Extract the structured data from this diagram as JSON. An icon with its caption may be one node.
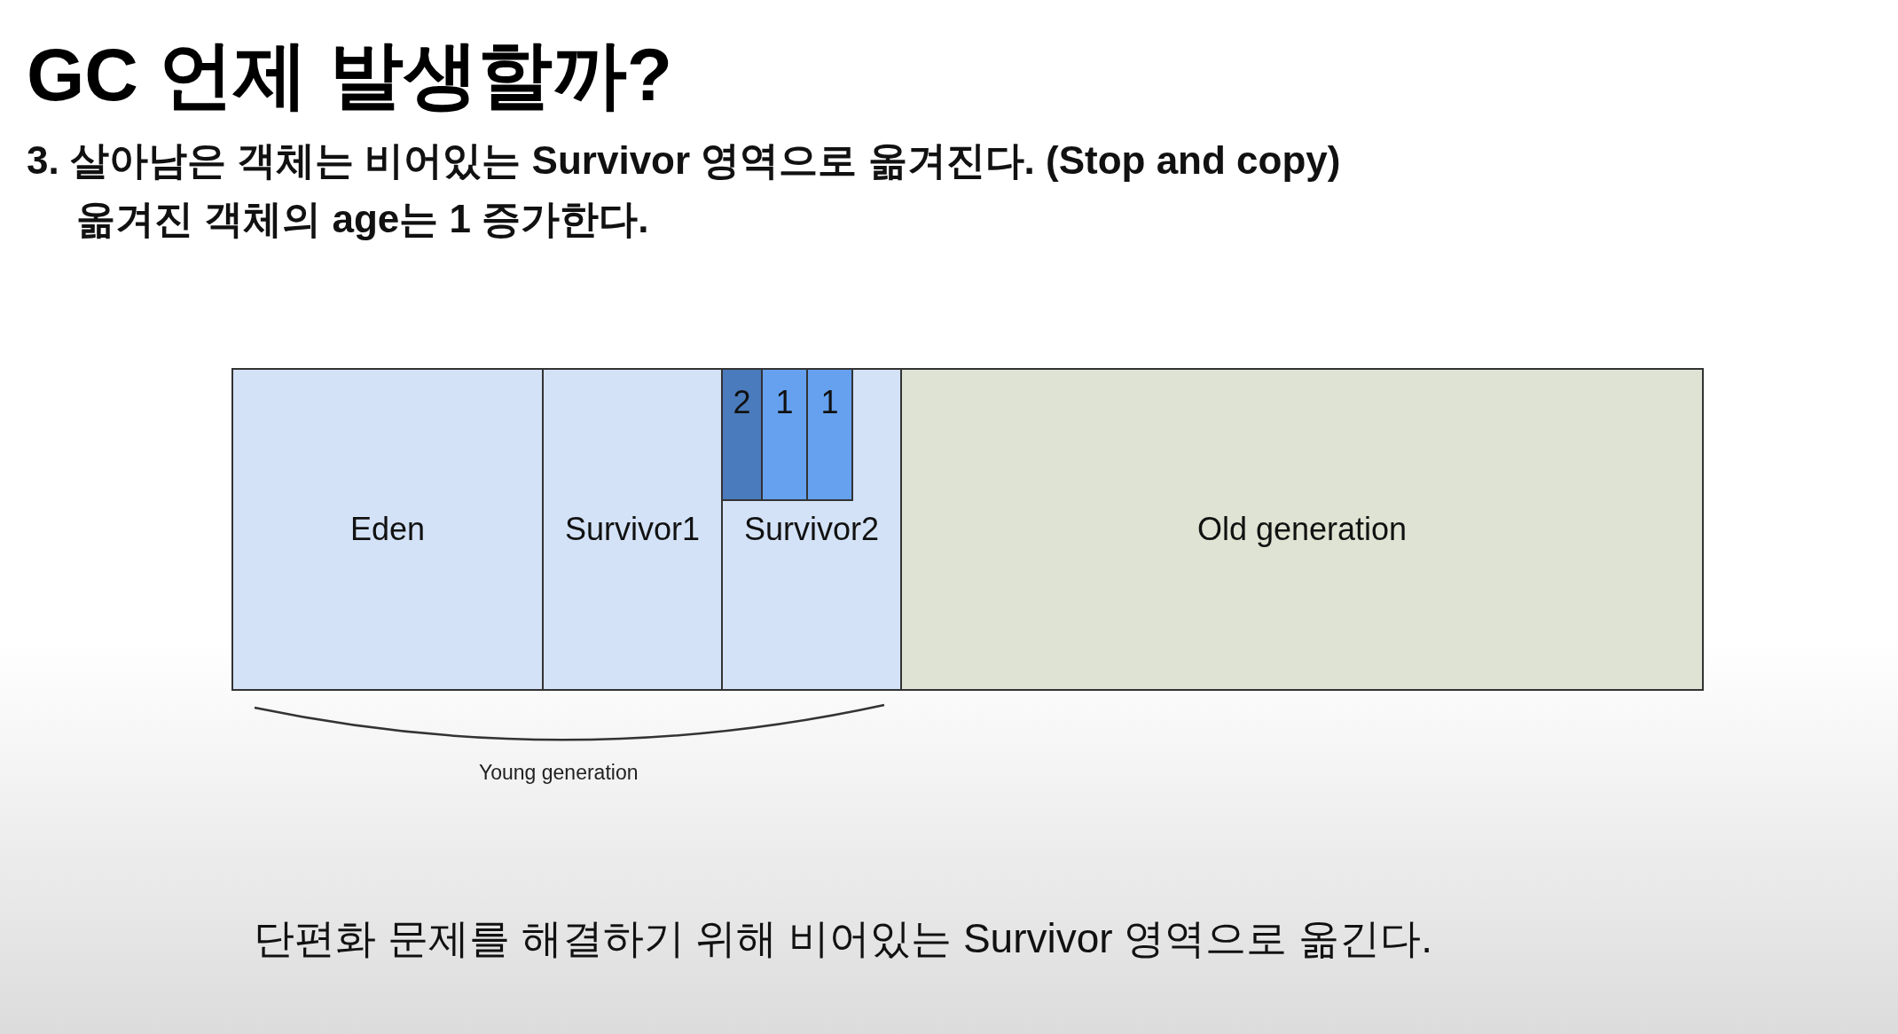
{
  "diagram": {
    "title": "GC 언제 발생할까?",
    "nodes": [
      {
        "text": [
          "Eden"
        ]
      },
      {
        "text": [
          "Survivor1"
        ]
      },
      {
        "text": [
          "Survivor2"
        ]
      },
      {
        "text": [
          "2"
        ],
        "in": 2
      },
      {
        "text": [
          "1"
        ],
        "in": 2
      },
      {
        "text": [
          "1"
        ],
        "in": 2
      },
      {
        "text": [
          "Old generation"
        ]
      }
    ],
    "edges": [],
    "labels": [
      "3. 살아남은 객체는 비어있는 Survivor 영역으로 옮겨진다. (Stop and copy)",
      "옮겨진 객체의 age는 1 증가한다.",
      "Young generation",
      "단편화 문제를 해결하기 위해 비어있는 Survivor 영역으로 옮긴다."
    ]
  }
}
